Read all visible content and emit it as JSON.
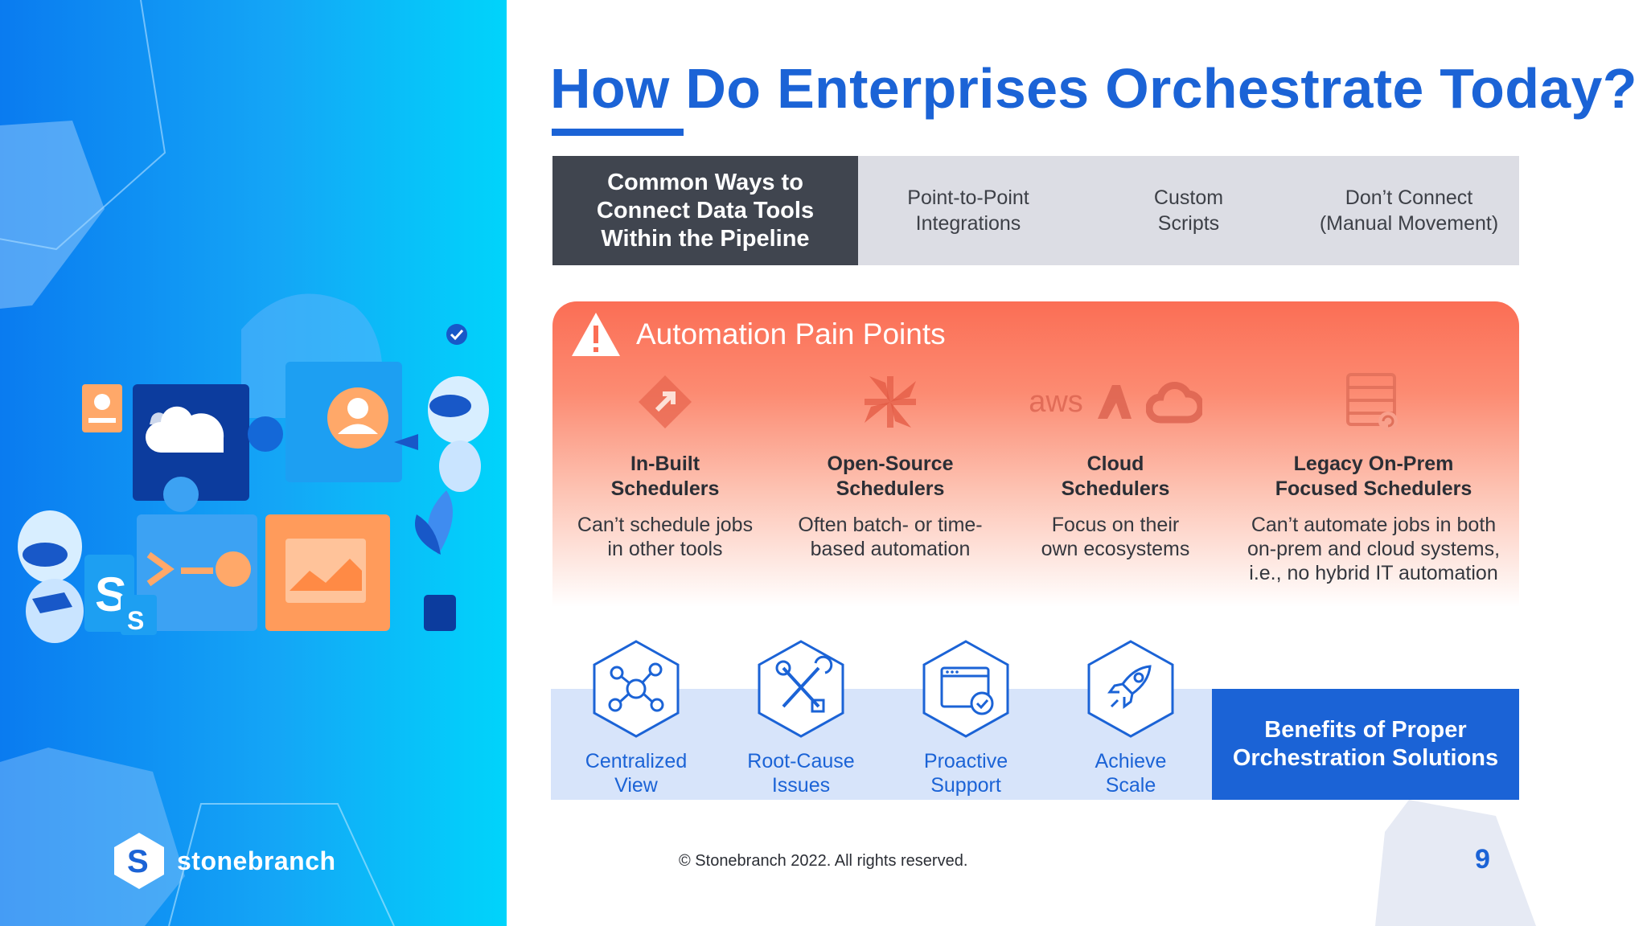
{
  "title": "How Do Enterprises Orchestrate Today?",
  "ways": {
    "lead": "Common Ways to\nConnect Data Tools\nWithin the Pipeline",
    "options": [
      "Point-to-Point\nIntegrations",
      "Custom\nScripts",
      "Don’t Connect\n(Manual Movement)"
    ]
  },
  "pain_points": {
    "heading": "Automation Pain Points",
    "items": [
      {
        "name": "In-Built\nSchedulers",
        "desc": "Can’t schedule jobs\nin other tools",
        "icon": "diamond-arrow-icon"
      },
      {
        "name": "Open-Source\nSchedulers",
        "desc": "Often batch- or time-\nbased automation",
        "icon": "pinwheel-icon"
      },
      {
        "name": "Cloud\nSchedulers",
        "desc": "Focus on their\nown ecosystems",
        "icon": "cloud-providers-icon",
        "icon_text": "aws"
      },
      {
        "name": "Legacy On-Prem\nFocused Schedulers",
        "desc": "Can’t automate jobs in both\non-prem and cloud systems,\ni.e., no hybrid IT automation",
        "icon": "server-icon"
      }
    ]
  },
  "benefits": {
    "items": [
      {
        "label": "Centralized\nView",
        "icon": "network-hub-icon"
      },
      {
        "label": "Root-Cause\nIssues",
        "icon": "tools-icon"
      },
      {
        "label": "Proactive\nSupport",
        "icon": "browser-check-icon"
      },
      {
        "label": "Achieve\nScale",
        "icon": "rocket-icon"
      }
    ],
    "box": "Benefits of Proper\nOrchestration Solutions"
  },
  "footer": {
    "copyright": "© Stonebranch 2022. All rights reserved.",
    "page": "9",
    "logo_text": "stonebranch"
  },
  "colors": {
    "accent": "#1b63d6",
    "dark": "#40454f",
    "pain_top": "#fb6e55",
    "benefit_bg": "#d7e4fa"
  }
}
